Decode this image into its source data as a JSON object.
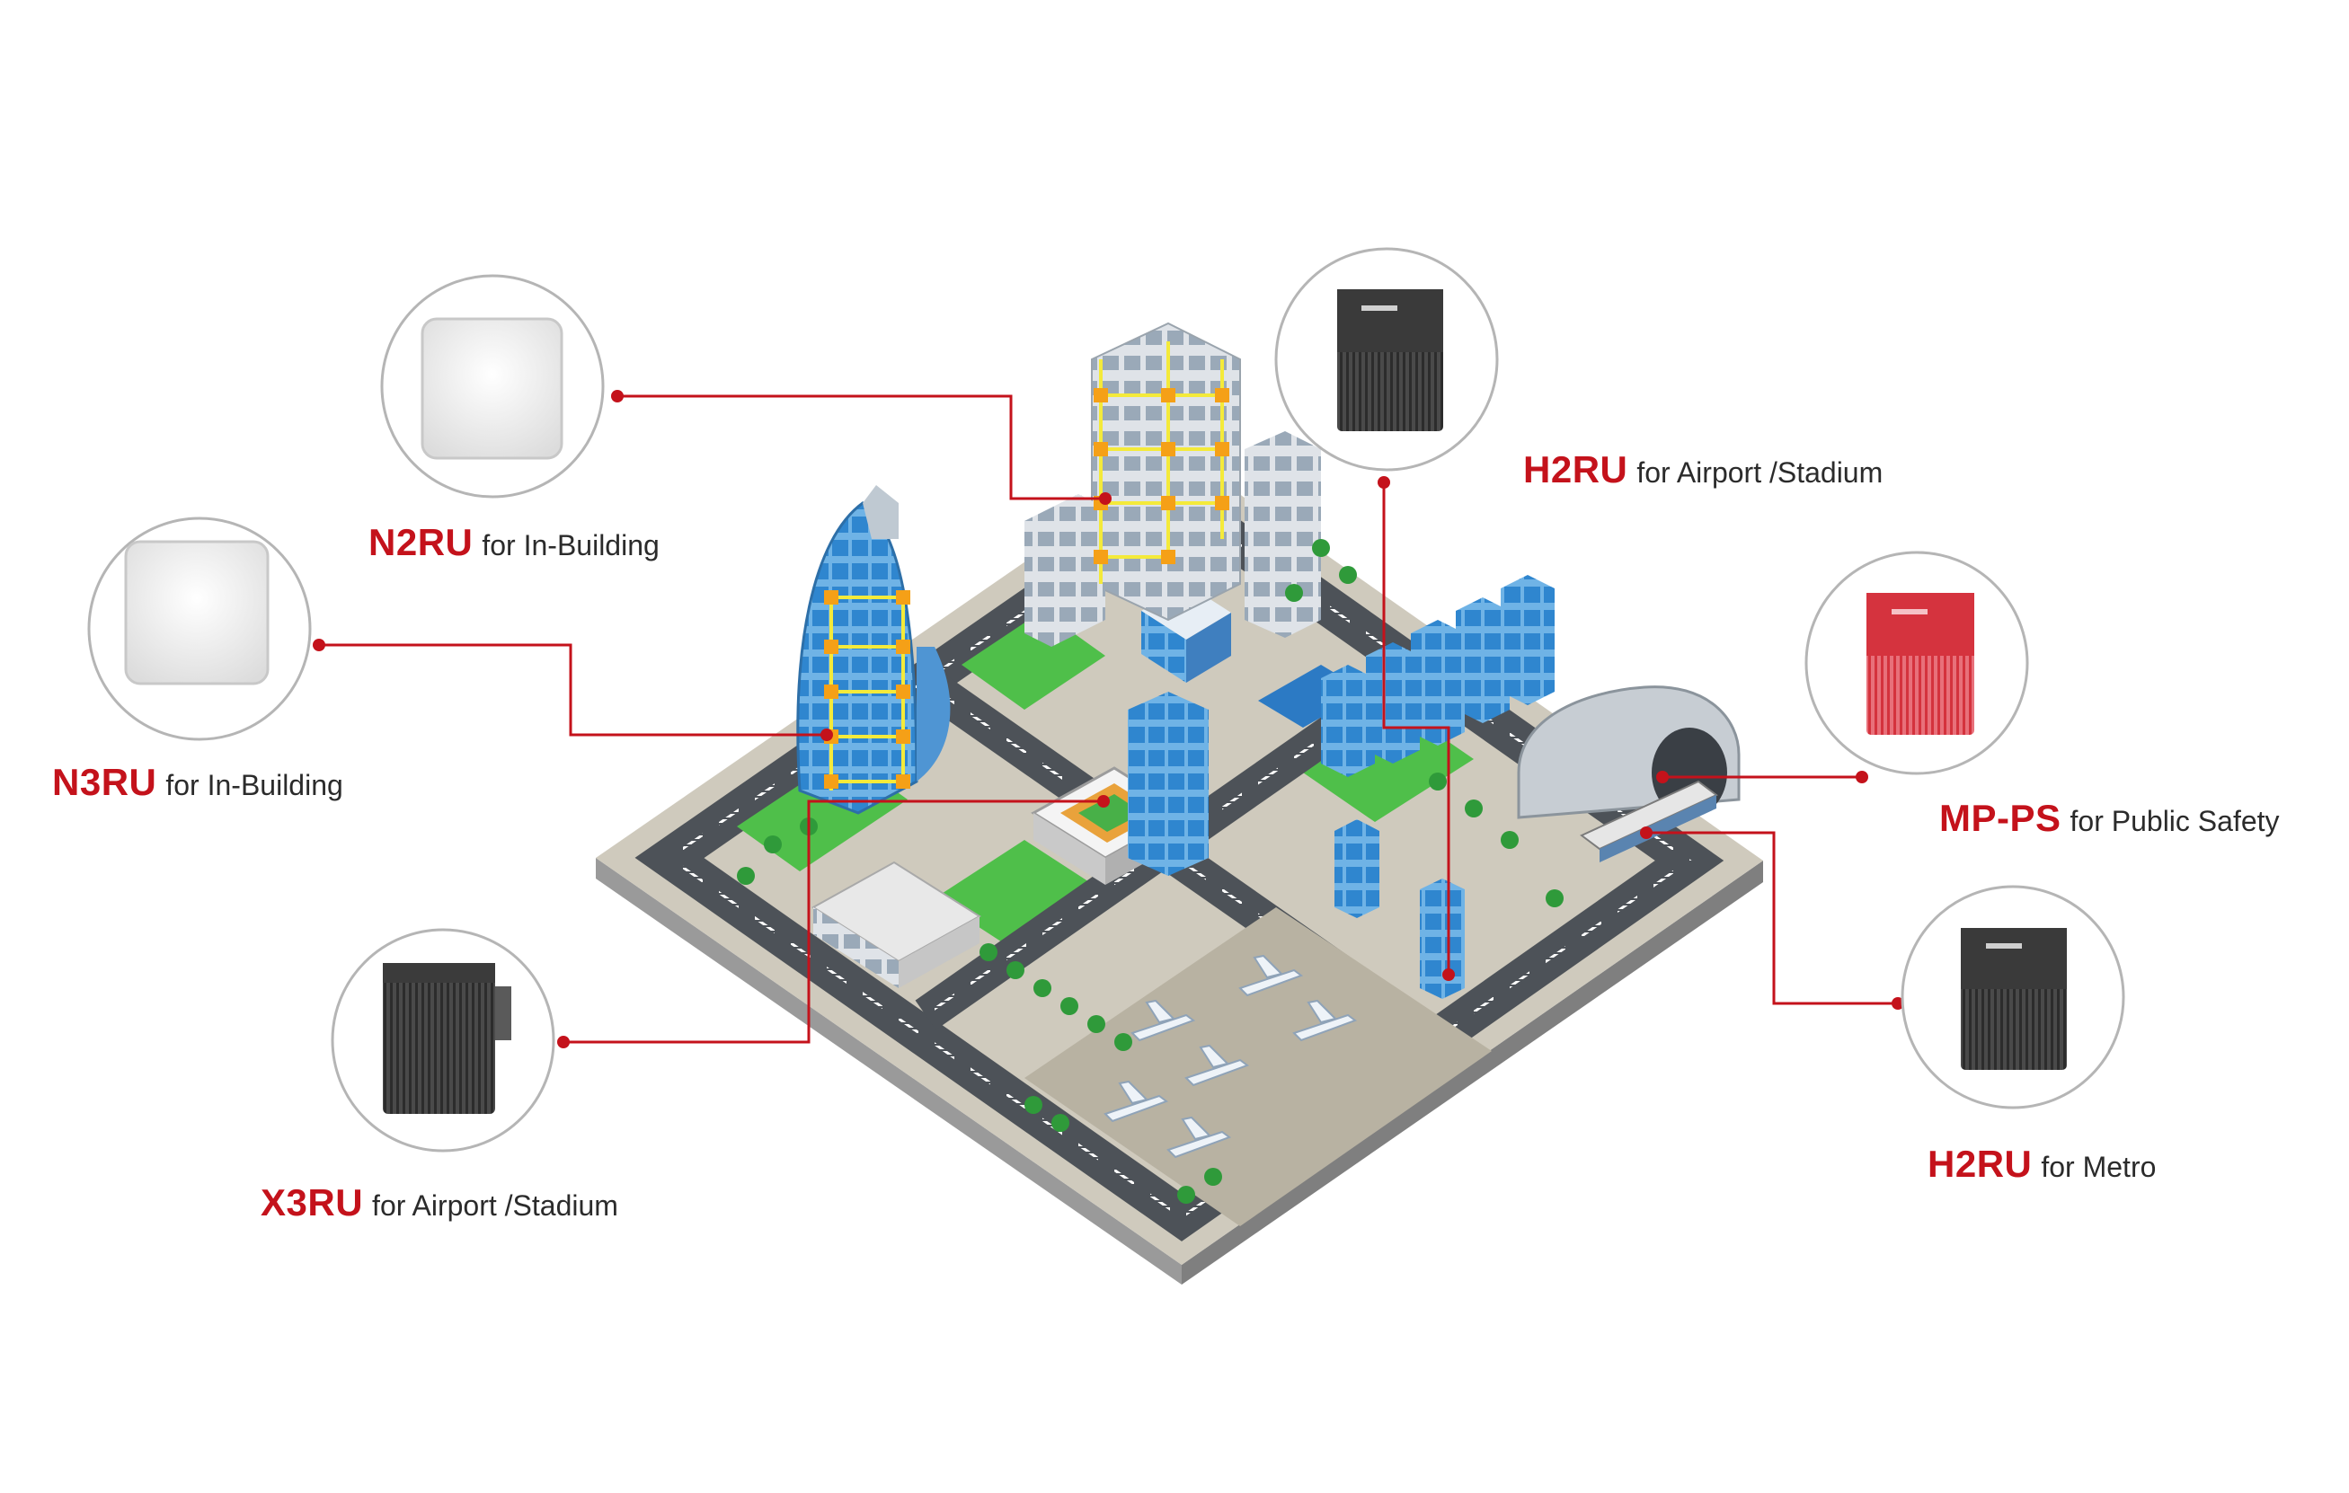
{
  "colors": {
    "accent": "#c4121b",
    "text": "#2b2b2b",
    "circle_border": "#b5b5b5",
    "connector": "#c4121b"
  },
  "scene": {
    "icon": "isometric-city-icon"
  },
  "products": [
    {
      "id": "n2ru",
      "code": "N2RU",
      "description": "for In-Building",
      "device": "white-panel-antenna",
      "target": "office building"
    },
    {
      "id": "n3ru",
      "code": "N3RU",
      "description": "for In-Building",
      "device": "white-panel-antenna",
      "target": "glass skyscraper"
    },
    {
      "id": "x3ru",
      "code": "X3RU",
      "description": "for Airport /Stadium",
      "device": "dark-finned-unit",
      "target": "stadium"
    },
    {
      "id": "h2ru-airport",
      "code": "H2RU",
      "description": "for Airport /Stadium",
      "device": "dark-finned-unit",
      "target": "airport tower"
    },
    {
      "id": "mp-ps",
      "code": "MP-PS",
      "description": "for Public Safety",
      "device": "red-finned-unit",
      "target": "metro tunnel"
    },
    {
      "id": "h2ru-metro",
      "code": "H2RU",
      "description": "for Metro",
      "device": "dark-finned-unit",
      "target": "metro train"
    }
  ]
}
